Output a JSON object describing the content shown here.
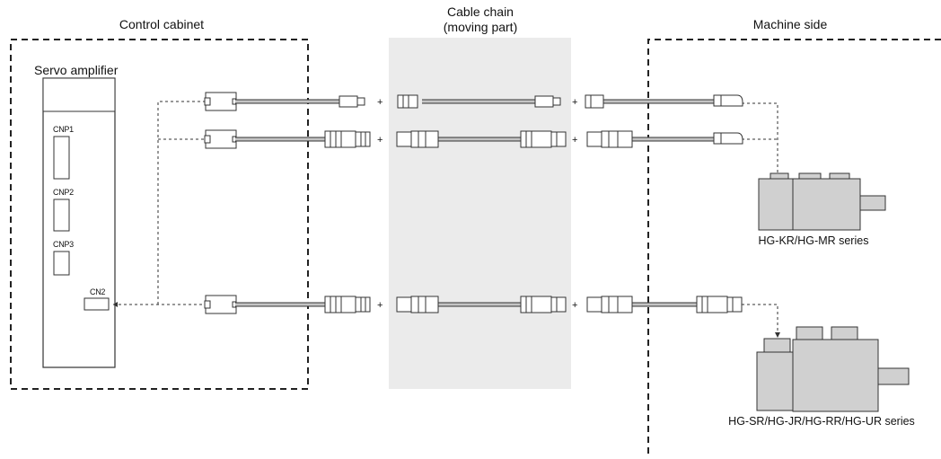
{
  "zones": {
    "control_cabinet": "Control cabinet",
    "cable_chain_line1": "Cable chain",
    "cable_chain_line2": "(moving part)",
    "machine_side": "Machine side"
  },
  "amplifier": {
    "title": "Servo amplifier",
    "connectors": [
      "CNP1",
      "CNP2",
      "CNP3",
      "CN2"
    ]
  },
  "joint_symbol": "+",
  "motors": {
    "small": "HG-KR/HG-MR series",
    "large": "HG-SR/HG-JR/HG-RR/HG-UR series"
  },
  "colors": {
    "chain_band": "#ebebeb",
    "line": "#333333",
    "cable": "#c4c4c4",
    "motor_fill": "#d0d0d0",
    "connector_fill": "#ffffff"
  }
}
